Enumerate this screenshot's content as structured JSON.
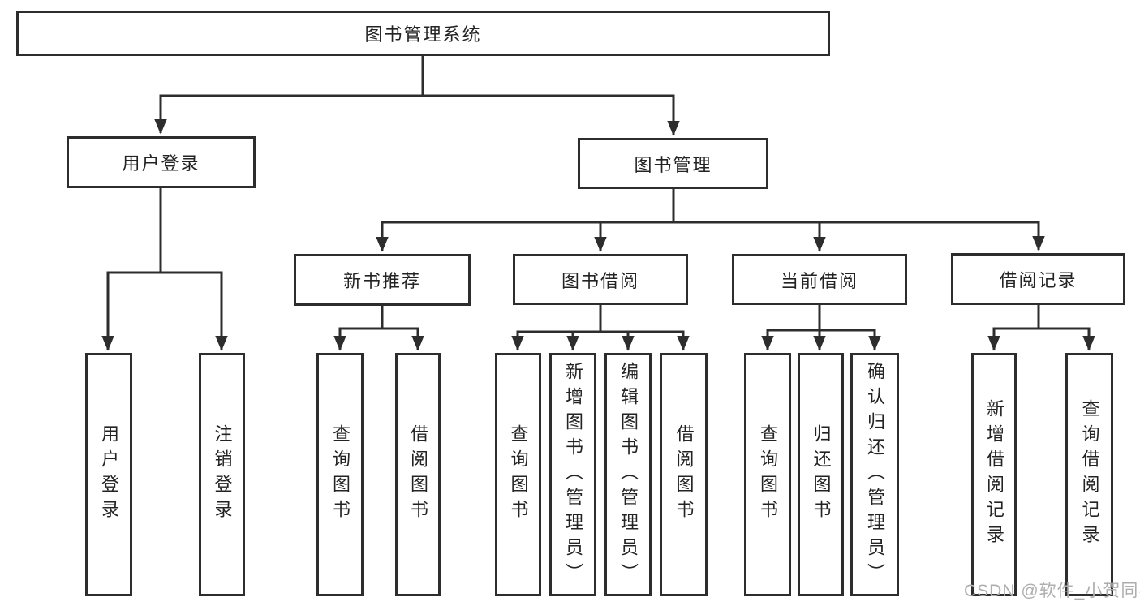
{
  "diagram": {
    "title": "图书管理系统",
    "type": "hierarchy-tree",
    "tree": {
      "root": {
        "label": "图书管理系统",
        "children": [
          {
            "label": "用户登录",
            "children": [
              {
                "label": "用户登录"
              },
              {
                "label": "注销登录"
              }
            ]
          },
          {
            "label": "图书管理",
            "children": [
              {
                "label": "新书推荐",
                "children": [
                  {
                    "label": "查询图书"
                  },
                  {
                    "label": "借阅图书"
                  }
                ]
              },
              {
                "label": "图书借阅",
                "children": [
                  {
                    "label": "查询图书"
                  },
                  {
                    "label": "新增图书（管理员）"
                  },
                  {
                    "label": "编辑图书（管理员）"
                  },
                  {
                    "label": "借阅图书"
                  }
                ]
              },
              {
                "label": "当前借阅",
                "children": [
                  {
                    "label": "查询图书"
                  },
                  {
                    "label": "归还图书"
                  },
                  {
                    "label": "确认归还（管理员）"
                  }
                ]
              },
              {
                "label": "借阅记录",
                "children": [
                  {
                    "label": "新增借阅记录"
                  },
                  {
                    "label": "查询借阅记录"
                  }
                ]
              }
            ]
          }
        ]
      }
    },
    "colors": {
      "box_border": "#2d2d2d",
      "connector_line": "#2d2d2d",
      "text": "#232323",
      "background": "#ffffff",
      "watermark_text_color": "#aeaeae"
    }
  },
  "watermark": {
    "text": "CSDN @软件_小贺同学"
  }
}
